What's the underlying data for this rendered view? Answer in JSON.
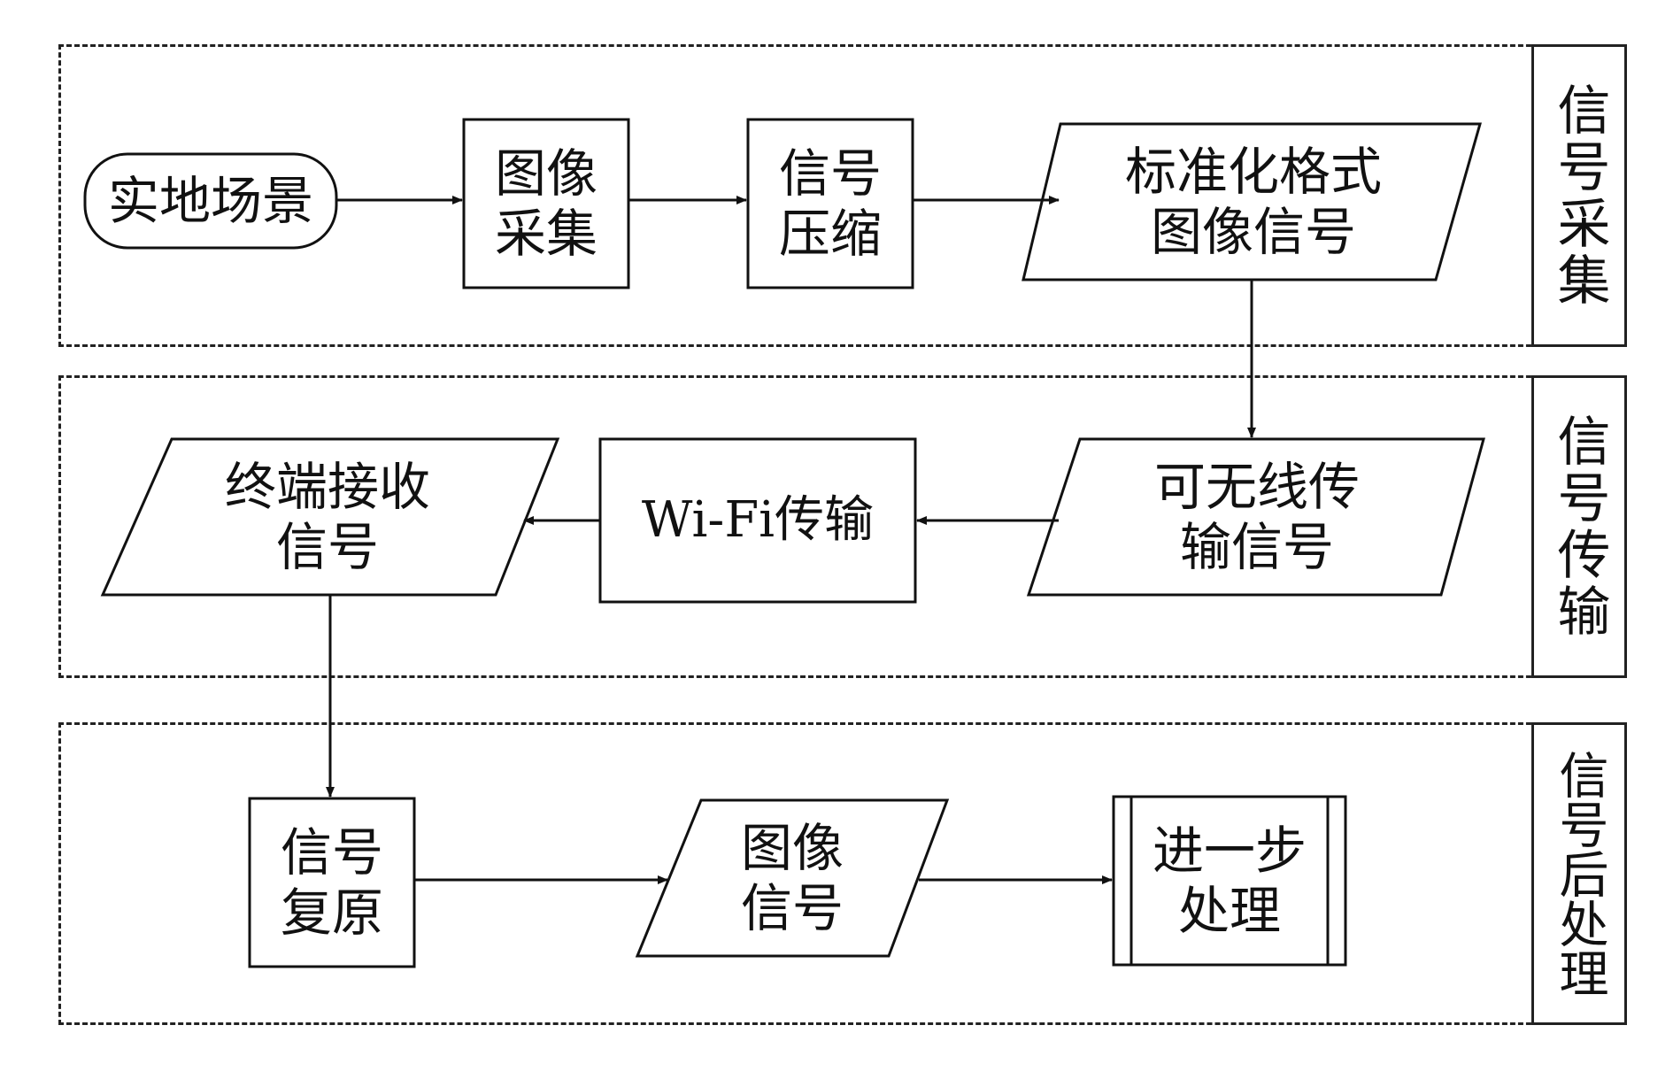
{
  "stages": {
    "acquisition": "信号采集",
    "transmission": "信号传输",
    "post_processing": "信号后处理"
  },
  "nodes": {
    "scene": "实地场景",
    "capture": "图像\n采集",
    "compress": "信号\n压缩",
    "std_signal": "标准化格式\n图像信号",
    "wireless_signal": "可无线传\n输信号",
    "wifi": "Wi-Fi传输",
    "terminal": "终端接收\n信号",
    "restore": "信号\n复原",
    "image_signal": "图像\n信号",
    "further": "进一步\n处理"
  }
}
